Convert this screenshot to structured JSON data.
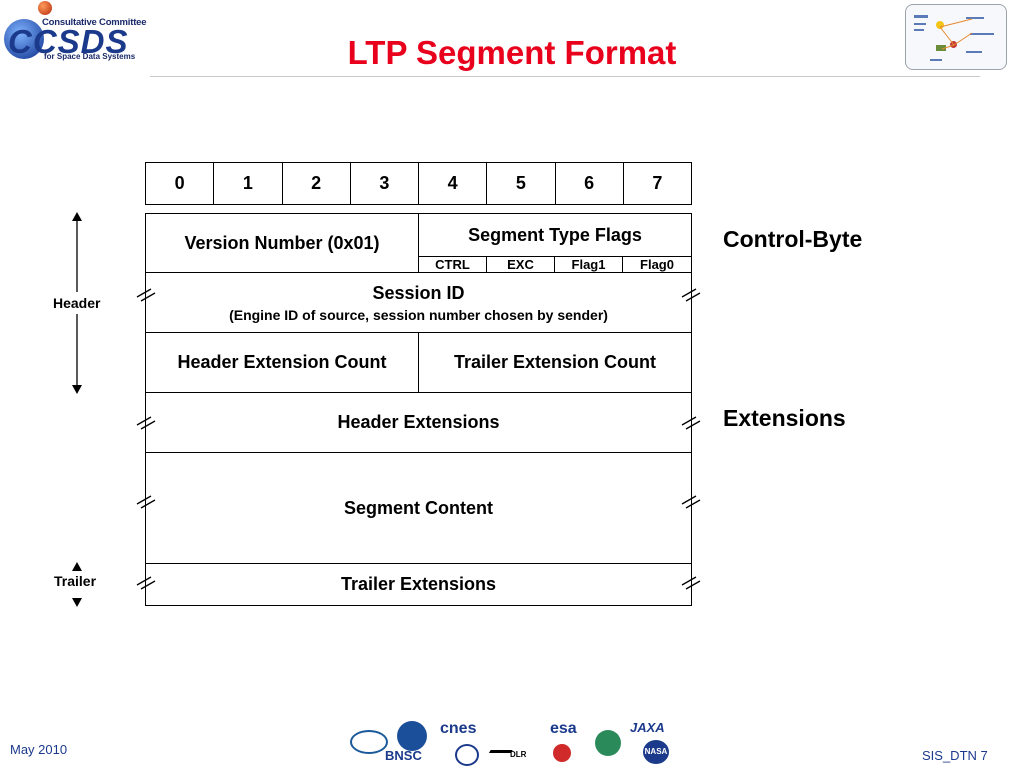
{
  "header": {
    "logo": {
      "committee_line": "Consultative Committee",
      "acronym": "CCSDS",
      "tagline": "for Space Data Systems"
    },
    "title": "LTP Segment Format"
  },
  "diagram": {
    "bits": [
      "0",
      "1",
      "2",
      "3",
      "4",
      "5",
      "6",
      "7"
    ],
    "version_number": "Version Number (0x01)",
    "segment_type_flags": "Segment Type Flags",
    "flags": [
      "CTRL",
      "EXC",
      "Flag1",
      "Flag0"
    ],
    "session_id": "Session ID",
    "session_id_detail": "(Engine ID of source, session number chosen by sender)",
    "header_extension_count": "Header Extension Count",
    "trailer_extension_count": "Trailer Extension Count",
    "header_extensions": "Header Extensions",
    "segment_content": "Segment Content",
    "trailer_extensions": "Trailer Extensions",
    "labels": {
      "control_byte": "Control-Byte",
      "extensions": "Extensions",
      "header": "Header",
      "trailer": "Trailer"
    }
  },
  "footer": {
    "date": "May 2010",
    "slide_id": "SIS_DTN 7",
    "agencies": [
      "cnes",
      "esa",
      "BNSC",
      "DLR",
      "JAXA",
      "NASA"
    ]
  },
  "colors": {
    "title": "#e8001c",
    "footer_text": "#1b3a8c",
    "border": "#000000"
  }
}
